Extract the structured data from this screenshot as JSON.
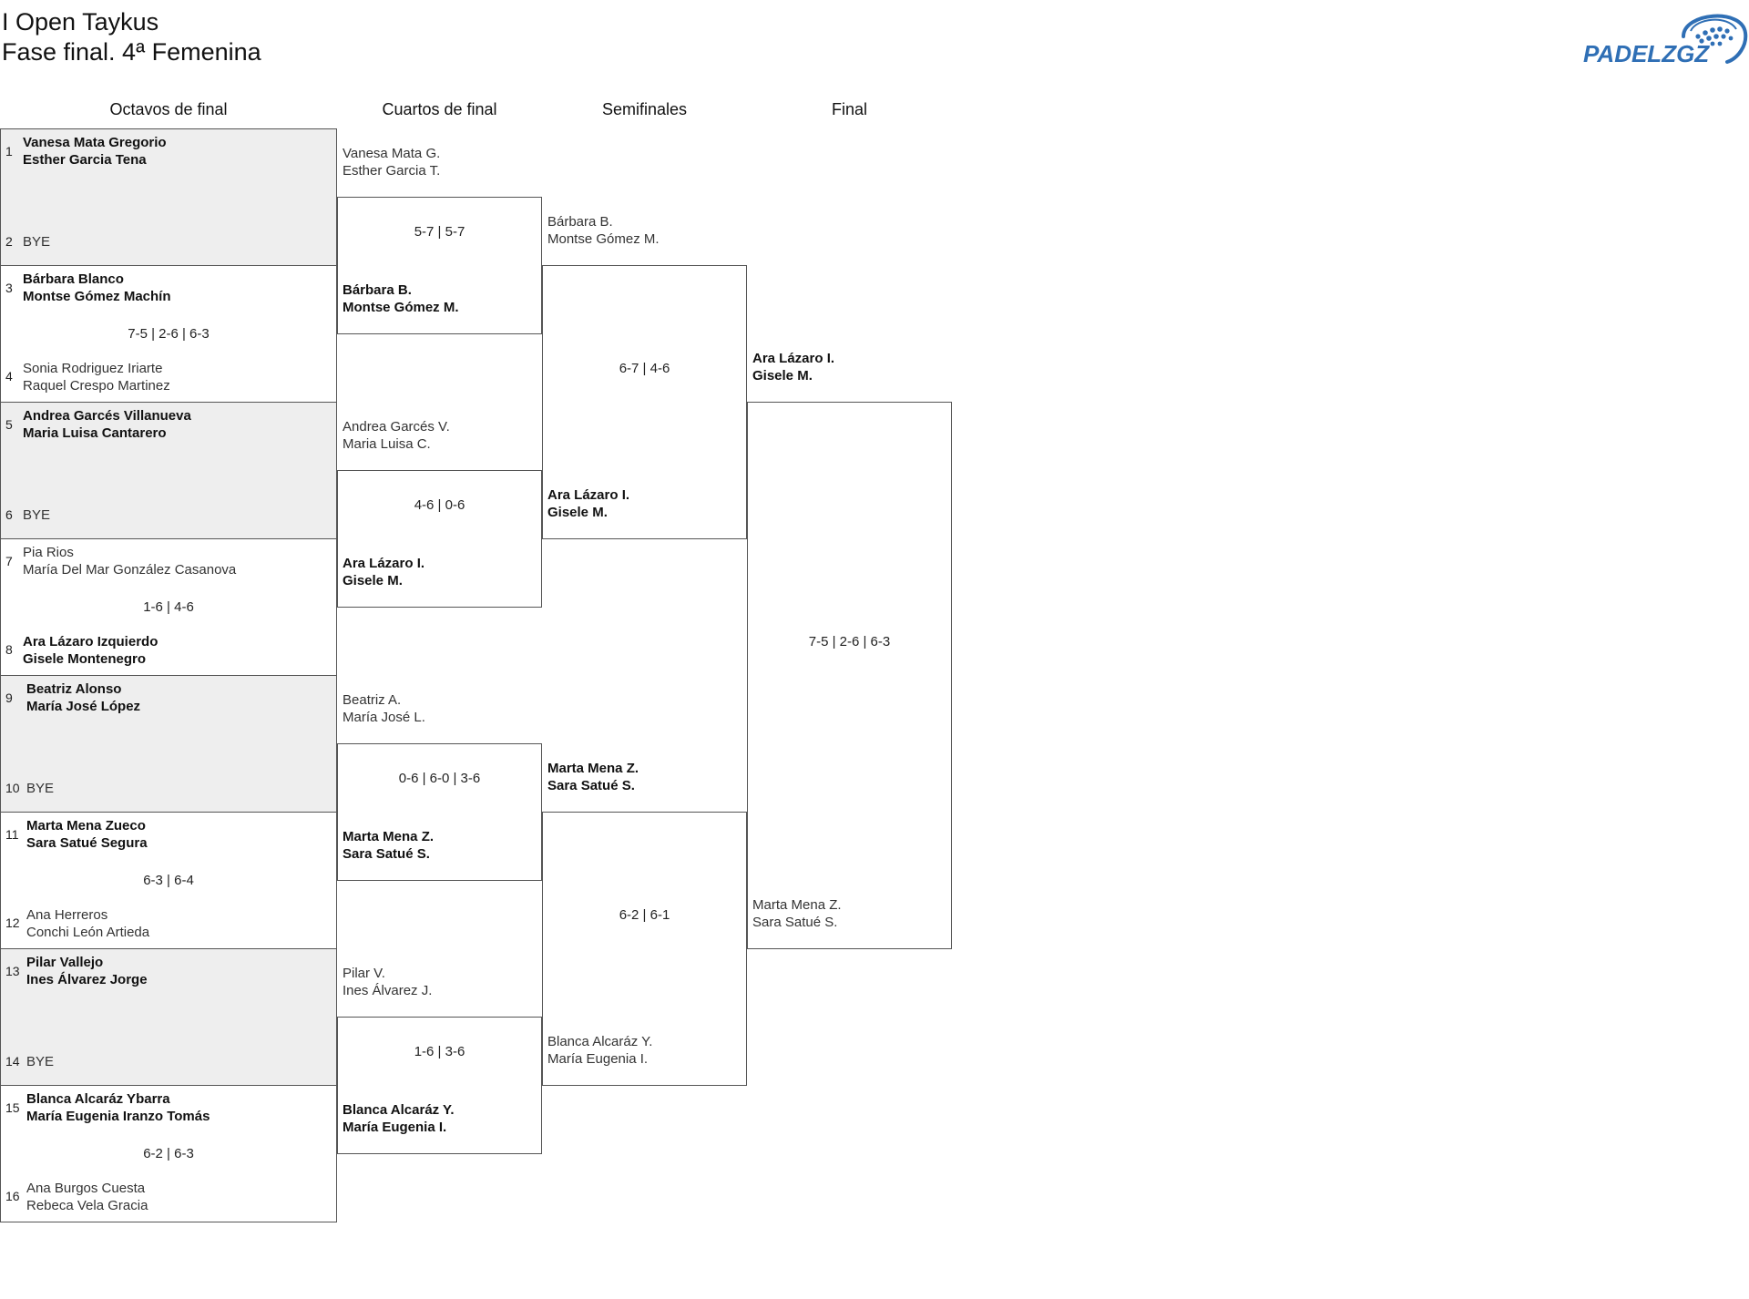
{
  "header": {
    "title": "I Open Taykus",
    "subtitle": "Fase final. 4ª Femenina",
    "logo_text": "PADELZGZ",
    "logo_icon": "padel-ball-dots-icon",
    "logo_color": "#2f6fb5"
  },
  "rounds": {
    "r16": "Octavos de final",
    "qf": "Cuartos de final",
    "sf": "Semifinales",
    "final": "Final"
  },
  "r16": [
    {
      "seed_a": "1",
      "a1": "Vanesa Mata Gregorio",
      "a2": "Esther Garcia Tena",
      "seed_b": "2",
      "b1": "BYE",
      "b2": "",
      "score": "",
      "winner": "a",
      "bye": true
    },
    {
      "seed_a": "3",
      "a1": "Bárbara Blanco",
      "a2": "Montse Gómez Machín",
      "seed_b": "4",
      "b1": "Sonia Rodriguez Iriarte",
      "b2": "Raquel Crespo Martinez",
      "score": "7-5 | 2-6 | 6-3",
      "winner": "a",
      "bye": false
    },
    {
      "seed_a": "5",
      "a1": "Andrea Garcés Villanueva",
      "a2": "Maria Luisa Cantarero",
      "seed_b": "6",
      "b1": "BYE",
      "b2": "",
      "score": "",
      "winner": "a",
      "bye": true
    },
    {
      "seed_a": "7",
      "a1": "Pia Rios",
      "a2": "María Del Mar González Casanova",
      "seed_b": "8",
      "b1": "Ara Lázaro Izquierdo",
      "b2": "Gisele Montenegro",
      "score": "1-6 | 4-6",
      "winner": "b",
      "bye": false
    },
    {
      "seed_a": "9",
      "a1": "Beatriz Alonso",
      "a2": "María José López",
      "seed_b": "10",
      "b1": "BYE",
      "b2": "",
      "score": "",
      "winner": "a",
      "bye": true
    },
    {
      "seed_a": "11",
      "a1": "Marta Mena Zueco",
      "a2": "Sara Satué Segura",
      "seed_b": "12",
      "b1": "Ana Herreros",
      "b2": "Conchi León Artieda",
      "score": "6-3 | 6-4",
      "winner": "a",
      "bye": false
    },
    {
      "seed_a": "13",
      "a1": "Pilar Vallejo",
      "a2": "Ines Álvarez Jorge",
      "seed_b": "14",
      "b1": "BYE",
      "b2": "",
      "score": "",
      "winner": "a",
      "bye": true
    },
    {
      "seed_a": "15",
      "a1": "Blanca Alcaráz Ybarra",
      "a2": "María Eugenia Iranzo Tomás",
      "seed_b": "16",
      "b1": "Ana Burgos Cuesta",
      "b2": "Rebeca Vela Gracia",
      "score": "6-2 | 6-3",
      "winner": "a",
      "bye": false
    }
  ],
  "qf": [
    {
      "a1": "Vanesa Mata G.",
      "a2": "Esther Garcia T.",
      "b1": "Bárbara B.",
      "b2": "Montse Gómez M.",
      "score": "5-7 | 5-7",
      "winner": "b"
    },
    {
      "a1": "Andrea Garcés V.",
      "a2": "Maria Luisa C.",
      "b1": "Ara Lázaro I.",
      "b2": "Gisele M.",
      "score": "4-6 | 0-6",
      "winner": "b"
    },
    {
      "a1": "Beatriz A.",
      "a2": "María José L.",
      "b1": "Marta Mena Z.",
      "b2": "Sara Satué S.",
      "score": "0-6 | 6-0 | 3-6",
      "winner": "b"
    },
    {
      "a1": "Pilar V.",
      "a2": "Ines Álvarez J.",
      "b1": "Blanca Alcaráz Y.",
      "b2": "María Eugenia I.",
      "score": "1-6 | 3-6",
      "winner": "b"
    }
  ],
  "sf": [
    {
      "a1": "Bárbara B.",
      "a2": "Montse Gómez M.",
      "b1": "Ara Lázaro I.",
      "b2": "Gisele M.",
      "score": "6-7 | 4-6",
      "winner": "b"
    },
    {
      "a1": "Marta Mena Z.",
      "a2": "Sara Satué S.",
      "b1": "Blanca Alcaráz Y.",
      "b2": "María Eugenia I.",
      "score": "6-2 | 6-1",
      "winner": "a"
    }
  ],
  "final": {
    "a1": "Ara Lázaro I.",
    "a2": "Gisele M.",
    "b1": "Marta Mena Z.",
    "b2": "Sara Satué S.",
    "score": "7-5 | 2-6 | 6-3",
    "winner": "a"
  }
}
